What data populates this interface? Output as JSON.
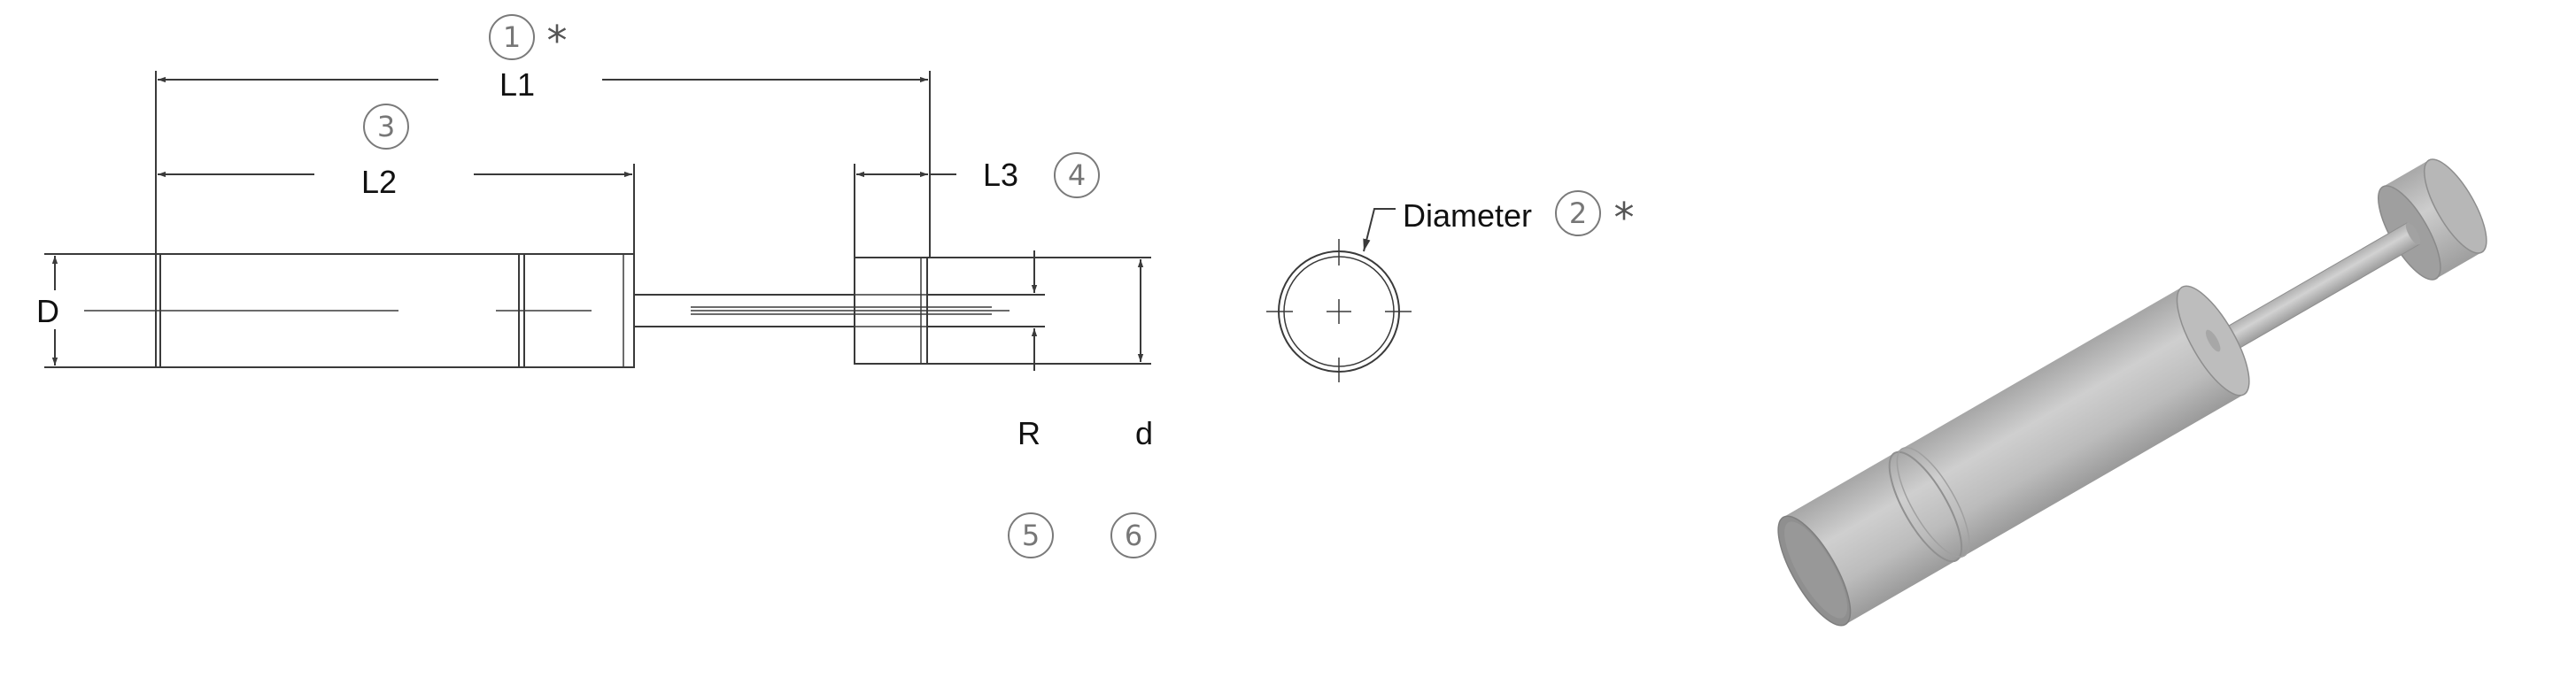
{
  "drawing": {
    "dimension_labels": {
      "l1": "L1",
      "l2": "L2",
      "l3": "L3",
      "d_outer": "D",
      "r": "R",
      "d_inner": "d",
      "diameter": "Diameter"
    },
    "callout_numbers": {
      "n1": "1",
      "n2": "2",
      "n3": "3",
      "n4": "4",
      "n5": "5",
      "n6": "6"
    },
    "asterisk": "*",
    "colors": {
      "line": "#3a3a3a",
      "callout": "#7a7a7a",
      "body_light": "#c4c4c4",
      "body_mid": "#a8a8a8",
      "body_dark": "#888888"
    }
  }
}
